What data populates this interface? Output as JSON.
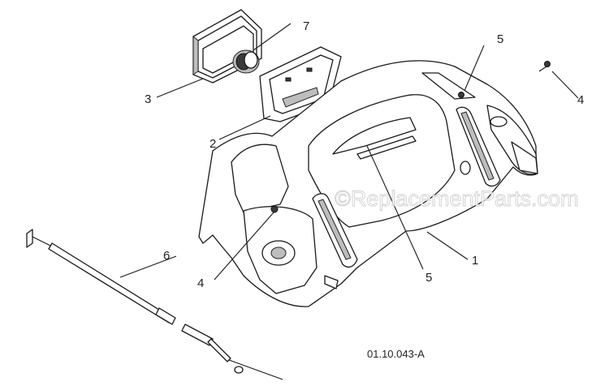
{
  "callouts": {
    "c1": "1",
    "c2": "2",
    "c3": "3",
    "c4a": "4",
    "c4b": "4",
    "c5a": "5",
    "c5b": "5",
    "c6": "6",
    "c7": "7"
  },
  "drawing_number": "01.10.043-A",
  "watermark": "©ReplacementParts.com"
}
